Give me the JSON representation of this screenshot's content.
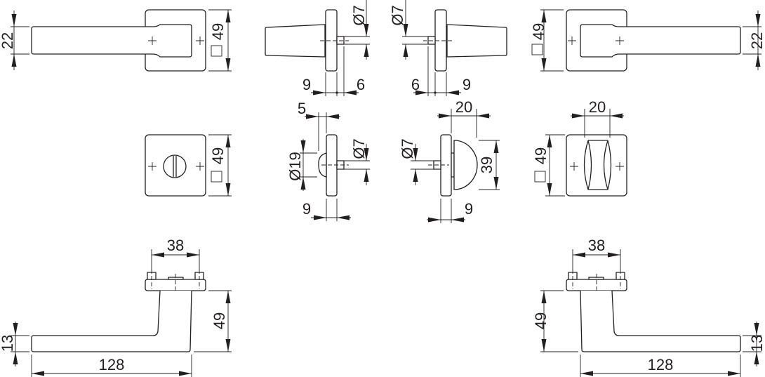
{
  "handle_front_left": {
    "grip_height": "22",
    "rose_size": "49"
  },
  "handle_side_left": {
    "spindle_dia": "Ø7",
    "rose_depth": "9",
    "spindle_length": "6"
  },
  "handle_side_right": {
    "spindle_dia": "Ø7",
    "rose_depth": "9",
    "spindle_length": "6"
  },
  "handle_front_right": {
    "grip_height": "22",
    "rose_size": "49"
  },
  "wc_turn_front_left": {
    "rose_size": "49"
  },
  "wc_side_left": {
    "knob_offset": "5",
    "knob_dia": "Ø19",
    "spindle_dia": "Ø7",
    "rose_depth": "9"
  },
  "wc_side_right": {
    "knob_depth": "20",
    "spindle_dia": "Ø7",
    "knob_height": "39",
    "rose_depth": "9"
  },
  "wc_turn_front_right": {
    "knob_width": "20",
    "rose_size": "49"
  },
  "handle_top_left": {
    "pin_spacing": "38",
    "handle_height": "49",
    "grip_height": "13",
    "handle_length": "128"
  },
  "handle_top_right": {
    "pin_spacing": "38",
    "handle_height": "49",
    "grip_height": "13",
    "handle_length": "128"
  }
}
